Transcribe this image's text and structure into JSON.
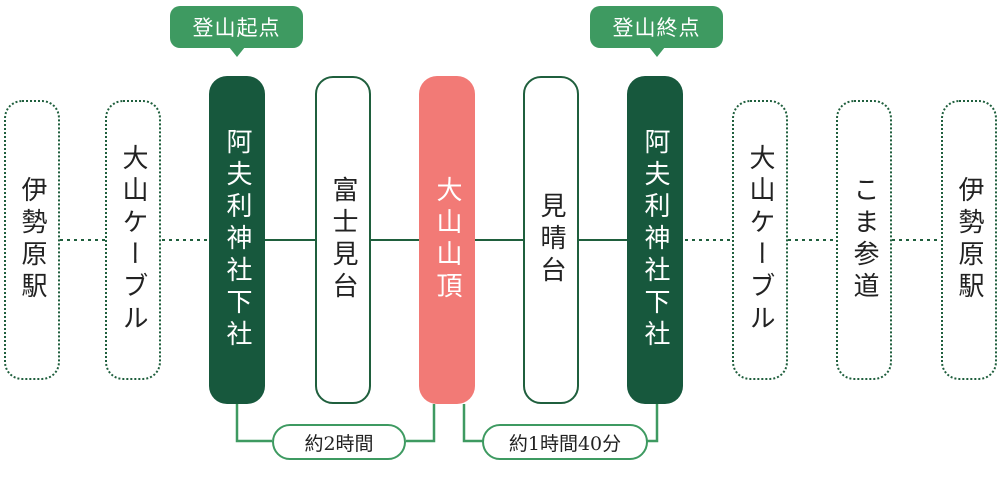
{
  "route": {
    "left_nodes": [
      {
        "label": "伊勢原駅"
      },
      {
        "label": "大山ケーブル"
      },
      {
        "label": "阿夫利神社下社"
      },
      {
        "label": "富士見台"
      },
      {
        "label": "大山山頂"
      },
      {
        "label": "見晴台"
      },
      {
        "label": "阿夫利神社下社"
      },
      {
        "label": "大山ケーブル"
      },
      {
        "label": "こま参道"
      },
      {
        "label": "伊勢原駅"
      }
    ]
  },
  "markers": {
    "start": "登山起点",
    "end": "登山終点"
  },
  "durations": {
    "ascent": "約2時間",
    "descent": "約1時間40分"
  },
  "colors": {
    "dark_green": "#17583d",
    "mid_green": "#3e9a61",
    "peak_red": "#f27a76"
  }
}
